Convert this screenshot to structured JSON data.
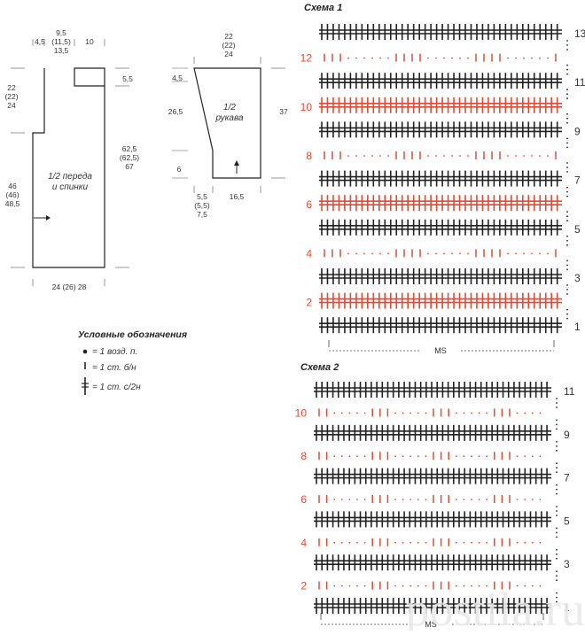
{
  "colors": {
    "ink": "#222222",
    "accent": "#e04a35",
    "wm": "#e9e9e9"
  },
  "front_back": {
    "label_line1": "1/2 переда",
    "label_line2": "и спинки",
    "top_w1": "4,5",
    "top_w2_a": "9,5",
    "top_w2_b": "(11,5)",
    "top_w2_c": "13,5",
    "top_w3": "10",
    "armhole_h_a": "22",
    "armhole_h_b": "(22)",
    "armhole_h_c": "24",
    "body_h_a": "46",
    "body_h_b": "(46)",
    "body_h_c": "48,5",
    "total_h_a": "62,5",
    "total_h_b": "(62,5)",
    "total_h_c": "67",
    "neck_depth": "5,5",
    "bottom_w": "24 (26) 28"
  },
  "sleeve": {
    "label_line1": "1/2",
    "label_line2": "рукава",
    "top_w_a": "22",
    "top_w_b": "(22)",
    "top_w_c": "24",
    "cap": "4,5",
    "left_h": "26,5",
    "right_h": "37",
    "cuff": "6",
    "bottom_a": "5,5",
    "bottom_b": "(5,5)",
    "bottom_c": "7,5",
    "bottom_w": "16,5"
  },
  "legend": {
    "title": "Условные обозначения",
    "items": [
      {
        "icon": "dot-icon",
        "text": "= 1 возд. п."
      },
      {
        "icon": "bar-icon",
        "text": "= 1 ст. б/н"
      },
      {
        "icon": "cross-stitch-icon",
        "text": "= 1 ст. с/2н"
      }
    ]
  },
  "scheme1": {
    "title": "Схема 1",
    "repeat_label": "MS",
    "rows": [
      {
        "n": "13",
        "side": "right",
        "type": "black"
      },
      {
        "n": "12",
        "side": "left",
        "type": "pattern"
      },
      {
        "n": "11",
        "side": "right",
        "type": "black"
      },
      {
        "n": "10",
        "side": "left",
        "type": "red"
      },
      {
        "n": "9",
        "side": "right",
        "type": "black"
      },
      {
        "n": "8",
        "side": "left",
        "type": "pattern"
      },
      {
        "n": "7",
        "side": "right",
        "type": "black"
      },
      {
        "n": "6",
        "side": "left",
        "type": "red"
      },
      {
        "n": "5",
        "side": "right",
        "type": "black"
      },
      {
        "n": "4",
        "side": "left",
        "type": "pattern"
      },
      {
        "n": "3",
        "side": "right",
        "type": "black"
      },
      {
        "n": "2",
        "side": "left",
        "type": "red"
      },
      {
        "n": "1",
        "side": "right",
        "type": "black"
      }
    ]
  },
  "scheme2": {
    "title": "Схема 2",
    "repeat_label": "MS",
    "rows": [
      {
        "n": "11",
        "side": "right",
        "type": "black"
      },
      {
        "n": "10",
        "side": "left",
        "type": "pattern"
      },
      {
        "n": "9",
        "side": "right",
        "type": "black"
      },
      {
        "n": "8",
        "side": "left",
        "type": "pattern"
      },
      {
        "n": "7",
        "side": "right",
        "type": "black"
      },
      {
        "n": "6",
        "side": "left",
        "type": "pattern"
      },
      {
        "n": "5",
        "side": "right",
        "type": "black"
      },
      {
        "n": "4",
        "side": "left",
        "type": "pattern"
      },
      {
        "n": "3",
        "side": "right",
        "type": "black"
      },
      {
        "n": "2",
        "side": "left",
        "type": "pattern"
      },
      {
        "n": "1",
        "side": "right",
        "type": "black"
      }
    ]
  },
  "watermark": "postila.ru"
}
